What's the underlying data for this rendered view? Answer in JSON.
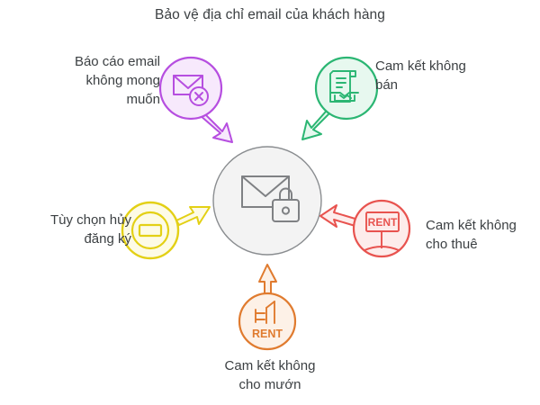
{
  "title": "Bảo vệ địa chỉ email của khách hàng",
  "center": {
    "icon": "email-lock-icon",
    "stroke_color": "#7f8184",
    "fill_color": "#f3f3f3"
  },
  "nodes": [
    {
      "id": "report-spam",
      "label": "Báo cáo email\nkhông mong\nmuốn",
      "icon": "envelope-x-circle-icon",
      "color": "#b64ee0",
      "fill": "#f7e9fc",
      "arrow": "arrow-down-right"
    },
    {
      "id": "no-sell",
      "label": "Cam kết không\nbán",
      "icon": "contract-handshake-icon",
      "color": "#2bb673",
      "fill": "#e7f8ef",
      "arrow": "arrow-down-left"
    },
    {
      "id": "unsubscribe",
      "label": "Tùy chọn hủy\nđăng ký",
      "icon": "minus-circle-icon",
      "color": "#e3d015",
      "fill": "#fdfbe6",
      "arrow": "arrow-up-right"
    },
    {
      "id": "no-rent",
      "label": "Cam kết không\ncho thuê",
      "icon": "rent-sign-icon",
      "color": "#e8534f",
      "fill": "#fdeceb",
      "arrow": "arrow-left"
    },
    {
      "id": "no-lend",
      "label": "Cam kết không\ncho mướn",
      "icon": "rent-hand-icon",
      "color": "#e07b2f",
      "fill": "#fdf1e7",
      "arrow": "arrow-up"
    }
  ],
  "icon_text": {
    "rent_sign": "RENT",
    "rent_hand": "RENT"
  }
}
